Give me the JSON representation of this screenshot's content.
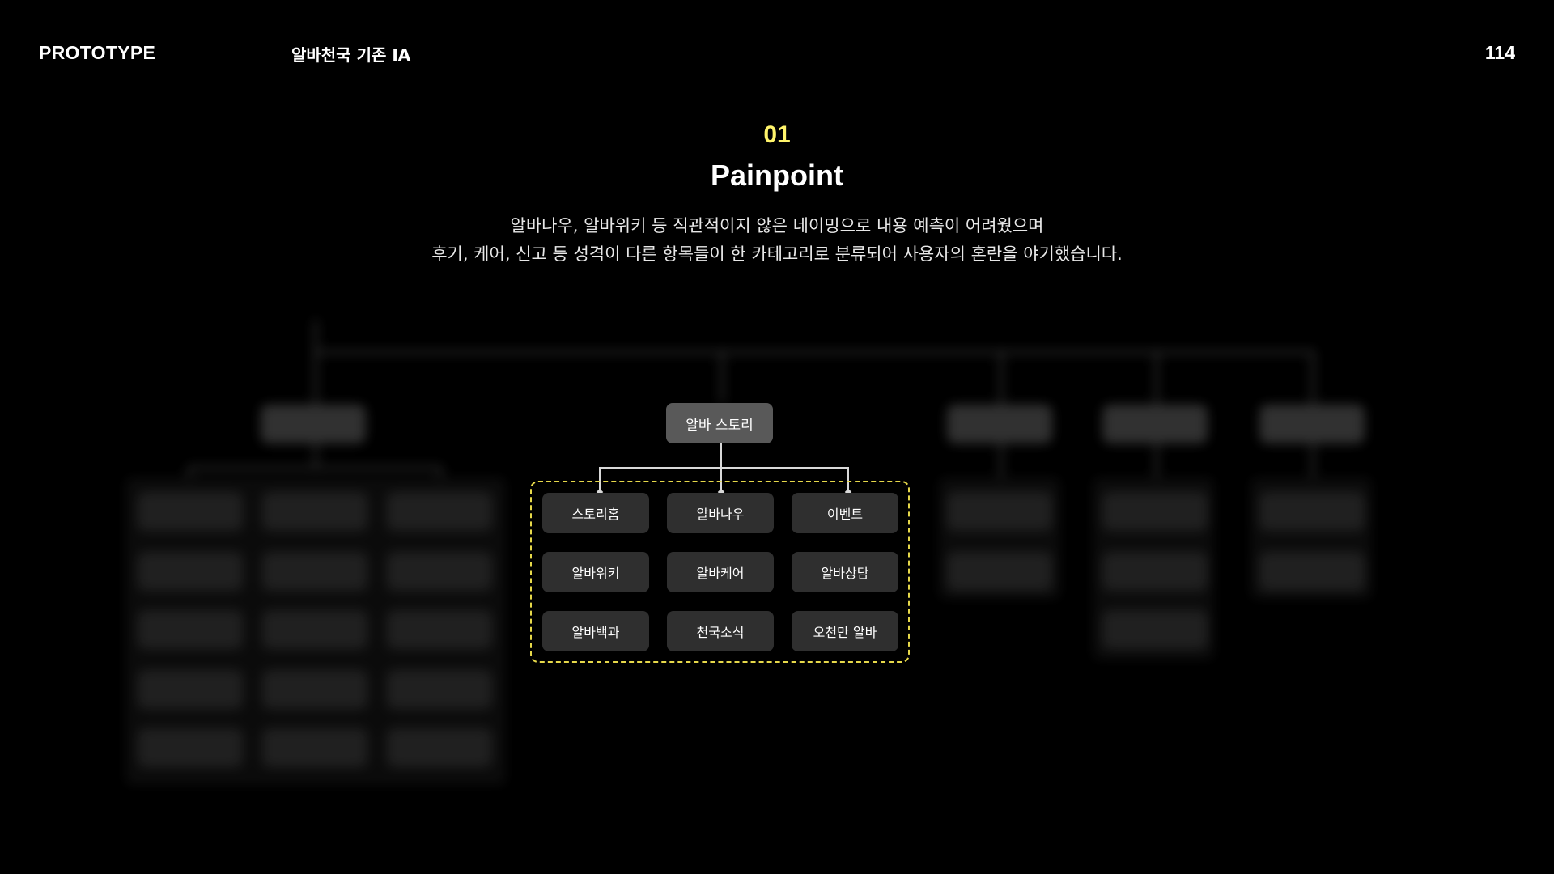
{
  "header": {
    "left": "PROTOTYPE",
    "middle": "알바천국 기존 IA",
    "page_number": "114"
  },
  "section": {
    "number": "01",
    "title": "Painpoint",
    "description_line1": "알바나우, 알바위키 등 직관적이지 않은 네이밍으로 내용 예측이 어려웠으며",
    "description_line2": "후기, 케어, 신고 등 성격이 다른 항목들이 한 카테고리로 분류되어 사용자의 혼란을 야기했습니다."
  },
  "diagram": {
    "root": "알바 스토리",
    "children": [
      "스토리홈",
      "알바나우",
      "이벤트",
      "알바위키",
      "알바케어",
      "알바상담",
      "알바백과",
      "천국소식",
      "오천만 알바"
    ],
    "highlight_color": "#e6d84a",
    "accent_color": "#fff46b"
  }
}
